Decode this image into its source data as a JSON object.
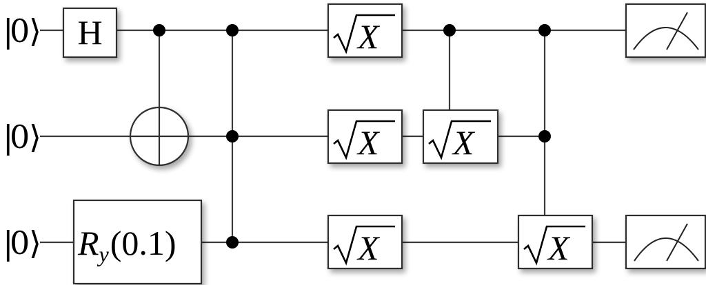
{
  "diagram": {
    "type": "quantum-circuit",
    "qubits": [
      {
        "id": "q0",
        "initial_state": "|0⟩",
        "label_bar": "|",
        "label_value": "0",
        "label_angle": "⟩"
      },
      {
        "id": "q1",
        "initial_state": "|0⟩",
        "label_bar": "|",
        "label_value": "0",
        "label_angle": "⟩"
      },
      {
        "id": "q2",
        "initial_state": "|0⟩",
        "label_bar": "|",
        "label_value": "0",
        "label_angle": "⟩"
      }
    ],
    "gates": [
      {
        "step": 1,
        "name": "H",
        "targets": [
          "q0"
        ],
        "controls": [],
        "label": "H"
      },
      {
        "step": 1,
        "name": "Ry",
        "targets": [
          "q2"
        ],
        "controls": [],
        "label_main": "R",
        "label_sub": "y",
        "label_arg": "(0.1)",
        "parameter": 0.1
      },
      {
        "step": 2,
        "name": "CNOT",
        "targets": [
          "q1"
        ],
        "controls": [
          "q0"
        ]
      },
      {
        "step": 3,
        "name": "CCZ",
        "targets": [],
        "controls": [
          "q0",
          "q1",
          "q2"
        ]
      },
      {
        "step": 4,
        "name": "SqrtX",
        "targets": [
          "q0"
        ],
        "controls": [],
        "label": "X"
      },
      {
        "step": 4,
        "name": "SqrtX",
        "targets": [
          "q1"
        ],
        "controls": [],
        "label": "X"
      },
      {
        "step": 4,
        "name": "SqrtX",
        "targets": [
          "q2"
        ],
        "controls": [],
        "label": "X"
      },
      {
        "step": 5,
        "name": "Controlled-SqrtX",
        "targets": [
          "q1"
        ],
        "controls": [
          "q0"
        ],
        "label": "X"
      },
      {
        "step": 6,
        "name": "Controlled-SqrtX",
        "targets": [
          "q2"
        ],
        "controls": [
          "q0",
          "q1"
        ],
        "label": "X"
      },
      {
        "step": 7,
        "name": "Measure",
        "targets": [
          "q0"
        ],
        "controls": []
      },
      {
        "step": 7,
        "name": "Measure",
        "targets": [
          "q2"
        ],
        "controls": []
      }
    ]
  },
  "labels": {
    "ket_q0_bar": "|",
    "ket_q0_value": "0",
    "ket_q0_angle": "⟩",
    "ket_q1_bar": "|",
    "ket_q1_value": "0",
    "ket_q1_angle": "⟩",
    "ket_q2_bar": "|",
    "ket_q2_value": "0",
    "ket_q2_angle": "⟩",
    "h_gate": "H",
    "ry_main": "R",
    "ry_sub": "y",
    "ry_arg": "(0.1)",
    "sqrtx": "X"
  },
  "colors": {
    "wire": "#3a3a3a",
    "control_dot": "#000000",
    "gate_fill": "#ffffff",
    "gate_stroke": "#2f2f2f",
    "text": "#000000",
    "background": "#ffffff"
  }
}
